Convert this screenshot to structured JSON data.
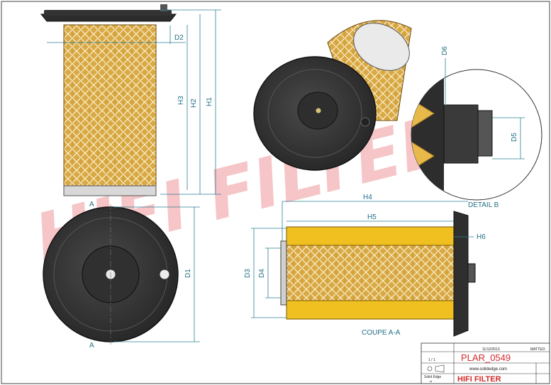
{
  "watermark": {
    "text": "HIFI FILTER",
    "registered": "®"
  },
  "dimensions": {
    "h1": "H1",
    "h2": "H2",
    "h3": "H3",
    "d1": "D1",
    "d2": "D2",
    "d3": "D3",
    "d4": "D4",
    "d5": "D5",
    "d6": "D6",
    "h4": "H4",
    "h5": "H5",
    "h6": "H6"
  },
  "section_markers": {
    "a_top": "A",
    "a_bottom": "A"
  },
  "labels": {
    "detail": "DETAIL B",
    "section": "COUPE A-A"
  },
  "title_block": {
    "part_number": "PLAR_0549",
    "brand": "HIFI FILTER",
    "website": "www.solidedge.com",
    "date": "11/12/2013",
    "author": "MATTEO",
    "scale": "1 / 1",
    "software": "Solid Edge",
    "software_sub": "st"
  },
  "colors": {
    "media": "#d8a73f",
    "media_dark": "#9c6f1d",
    "cap": "#3a3a3a",
    "cap_dark": "#262626",
    "section_fill": "#f0c020",
    "dimension": "#2d7f95",
    "watermark": "#e0323b",
    "brand_red": "#d42a2a"
  }
}
